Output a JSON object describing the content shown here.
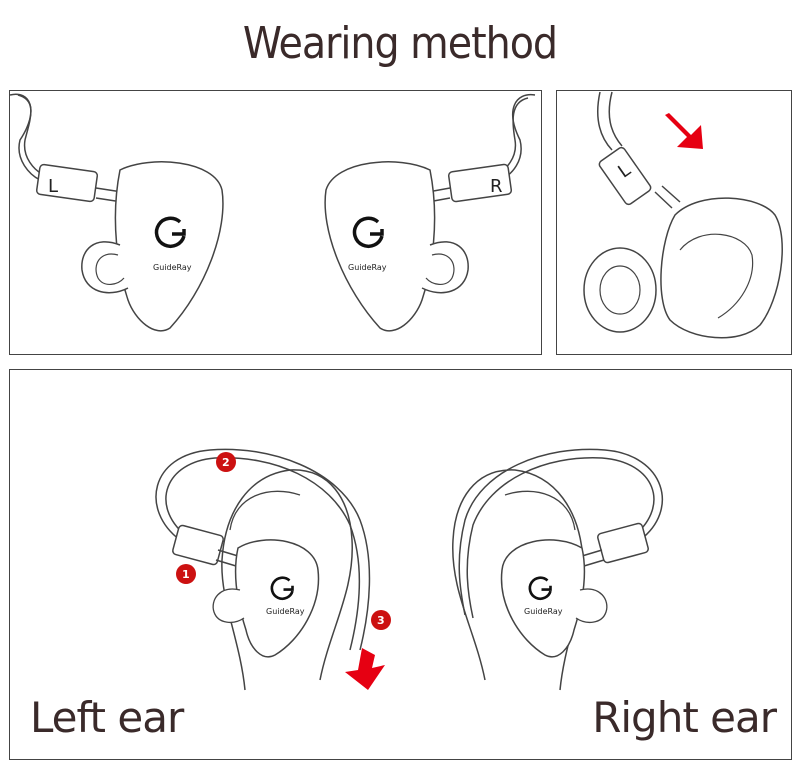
{
  "title": "Wearing method",
  "plug_labels": {
    "left": "L",
    "right": "R",
    "detail": "L"
  },
  "brand": "GuideRay",
  "steps": [
    "1",
    "2",
    "3"
  ],
  "ear_labels": {
    "left": "Left ear",
    "right": "Right ear"
  },
  "colors": {
    "arrow": "#e60012",
    "step_badge": "#cc1111",
    "line": "#444444"
  }
}
